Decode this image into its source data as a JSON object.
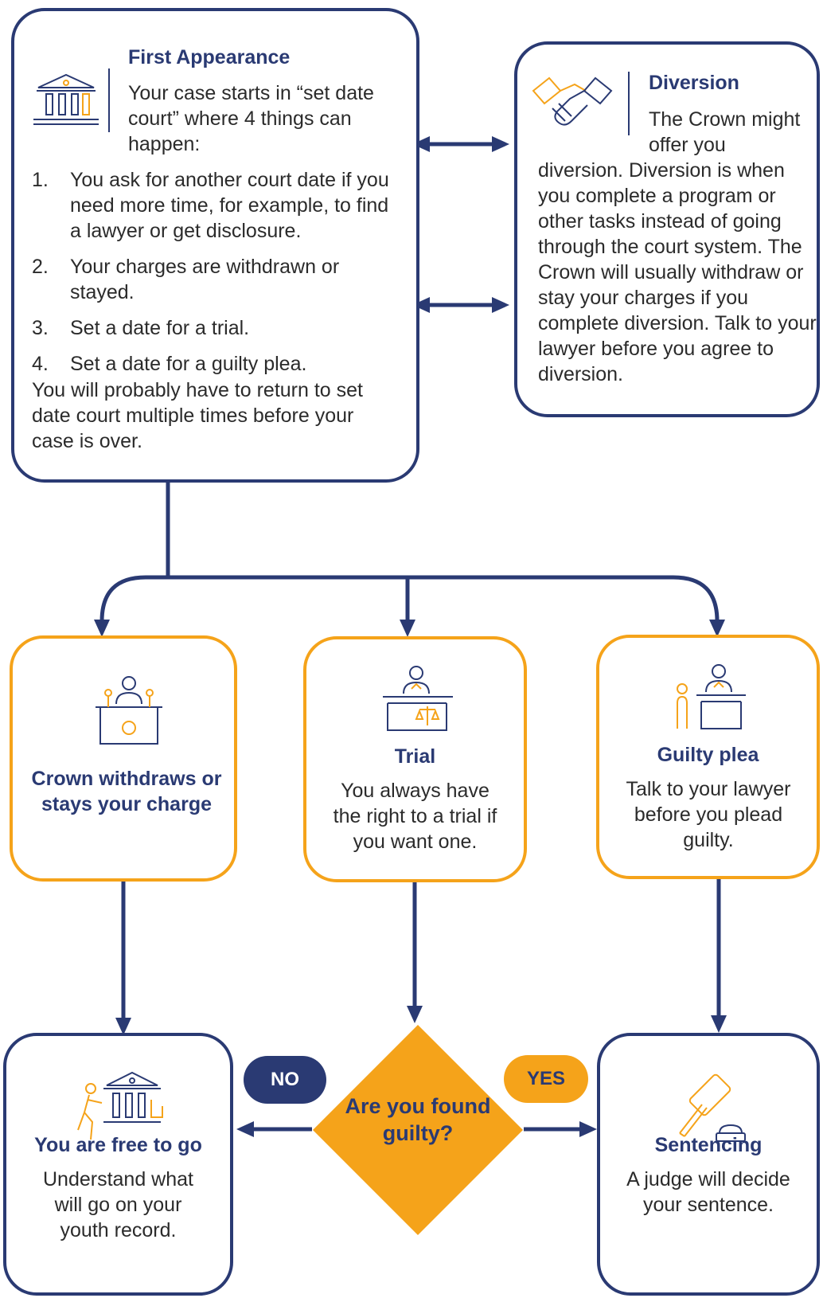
{
  "first_appearance": {
    "heading": "First Appearance",
    "intro": "Your case starts in “set date court” where 4 things can happen:",
    "steps": [
      {
        "num": "1.",
        "text": "You ask for another court date if you need more time, for example, to find a lawyer or get disclosure."
      },
      {
        "num": "2.",
        "text": "Your charges are withdrawn or stayed."
      },
      {
        "num": "3.",
        "text": "Set a date for a trial."
      },
      {
        "num": "4.",
        "text": "Set a date for a guilty plea."
      }
    ],
    "footer": "You will probably have to return to set date court multiple times before your case is over.",
    "icon": "courthouse-icon"
  },
  "diversion": {
    "heading": "Diversion",
    "lead": "The Crown might offer you",
    "body": "diversion. Diversion is when you complete a program or other tasks instead of going through the court system. The Crown will usually withdraw or stay your charges if you complete diversion. Talk to your lawyer before you agree to diversion.",
    "icon": "handshake-icon"
  },
  "withdraws": {
    "heading": "Crown withdraws or stays your charge",
    "icon": "podium-icon"
  },
  "trial": {
    "heading": "Trial",
    "body": "You always have the right to a trial if you want one.",
    "icon": "judge-scales-icon"
  },
  "guilty_plea": {
    "heading": "Guilty plea",
    "body": "Talk to your lawyer before you plead guilty.",
    "icon": "judge-bench-icon"
  },
  "decision": {
    "question": "Are you found guilty?",
    "no_label": "NO",
    "yes_label": "YES"
  },
  "free": {
    "heading": "You are free to go",
    "body": "Understand what will go on your youth record.",
    "icon": "walking-out-courthouse-icon"
  },
  "sentencing": {
    "heading": "Sentencing",
    "body": "A judge will decide your sentence.",
    "icon": "gavel-icon"
  },
  "colors": {
    "navy": "#2a3a73",
    "orange": "#f5a31a",
    "text": "#2b2b2b"
  }
}
